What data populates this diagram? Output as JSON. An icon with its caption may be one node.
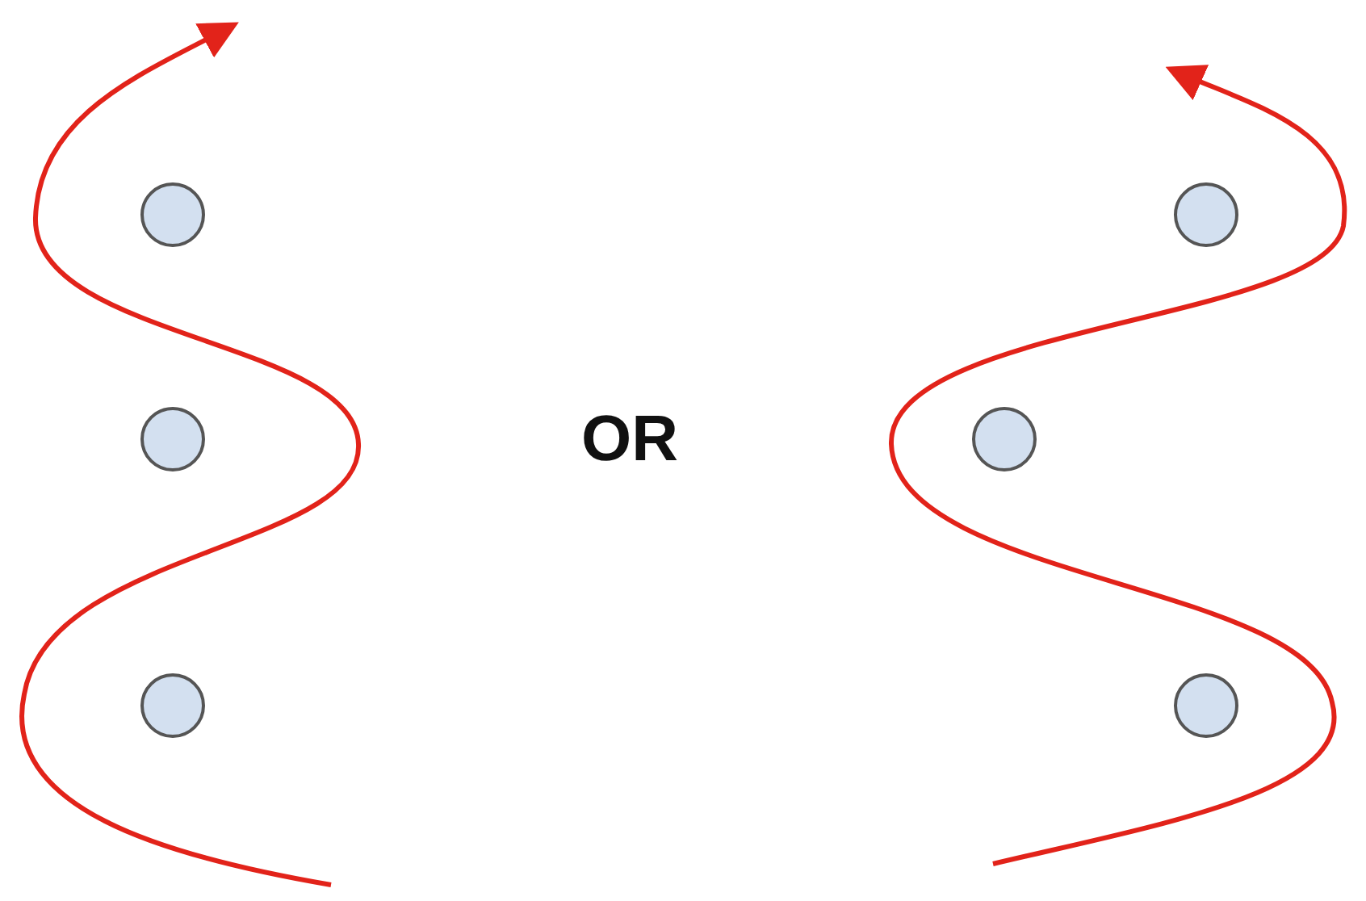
{
  "diagram": {
    "nodes": [
      {
        "text": [],
        "shape": "circle"
      },
      {
        "text": [],
        "shape": "circle"
      },
      {
        "text": [],
        "shape": "circle"
      },
      {
        "text": [],
        "shape": "circle"
      },
      {
        "text": [],
        "shape": "circle"
      },
      {
        "text": [],
        "shape": "circle"
      }
    ],
    "labels": [
      "OR"
    ]
  }
}
